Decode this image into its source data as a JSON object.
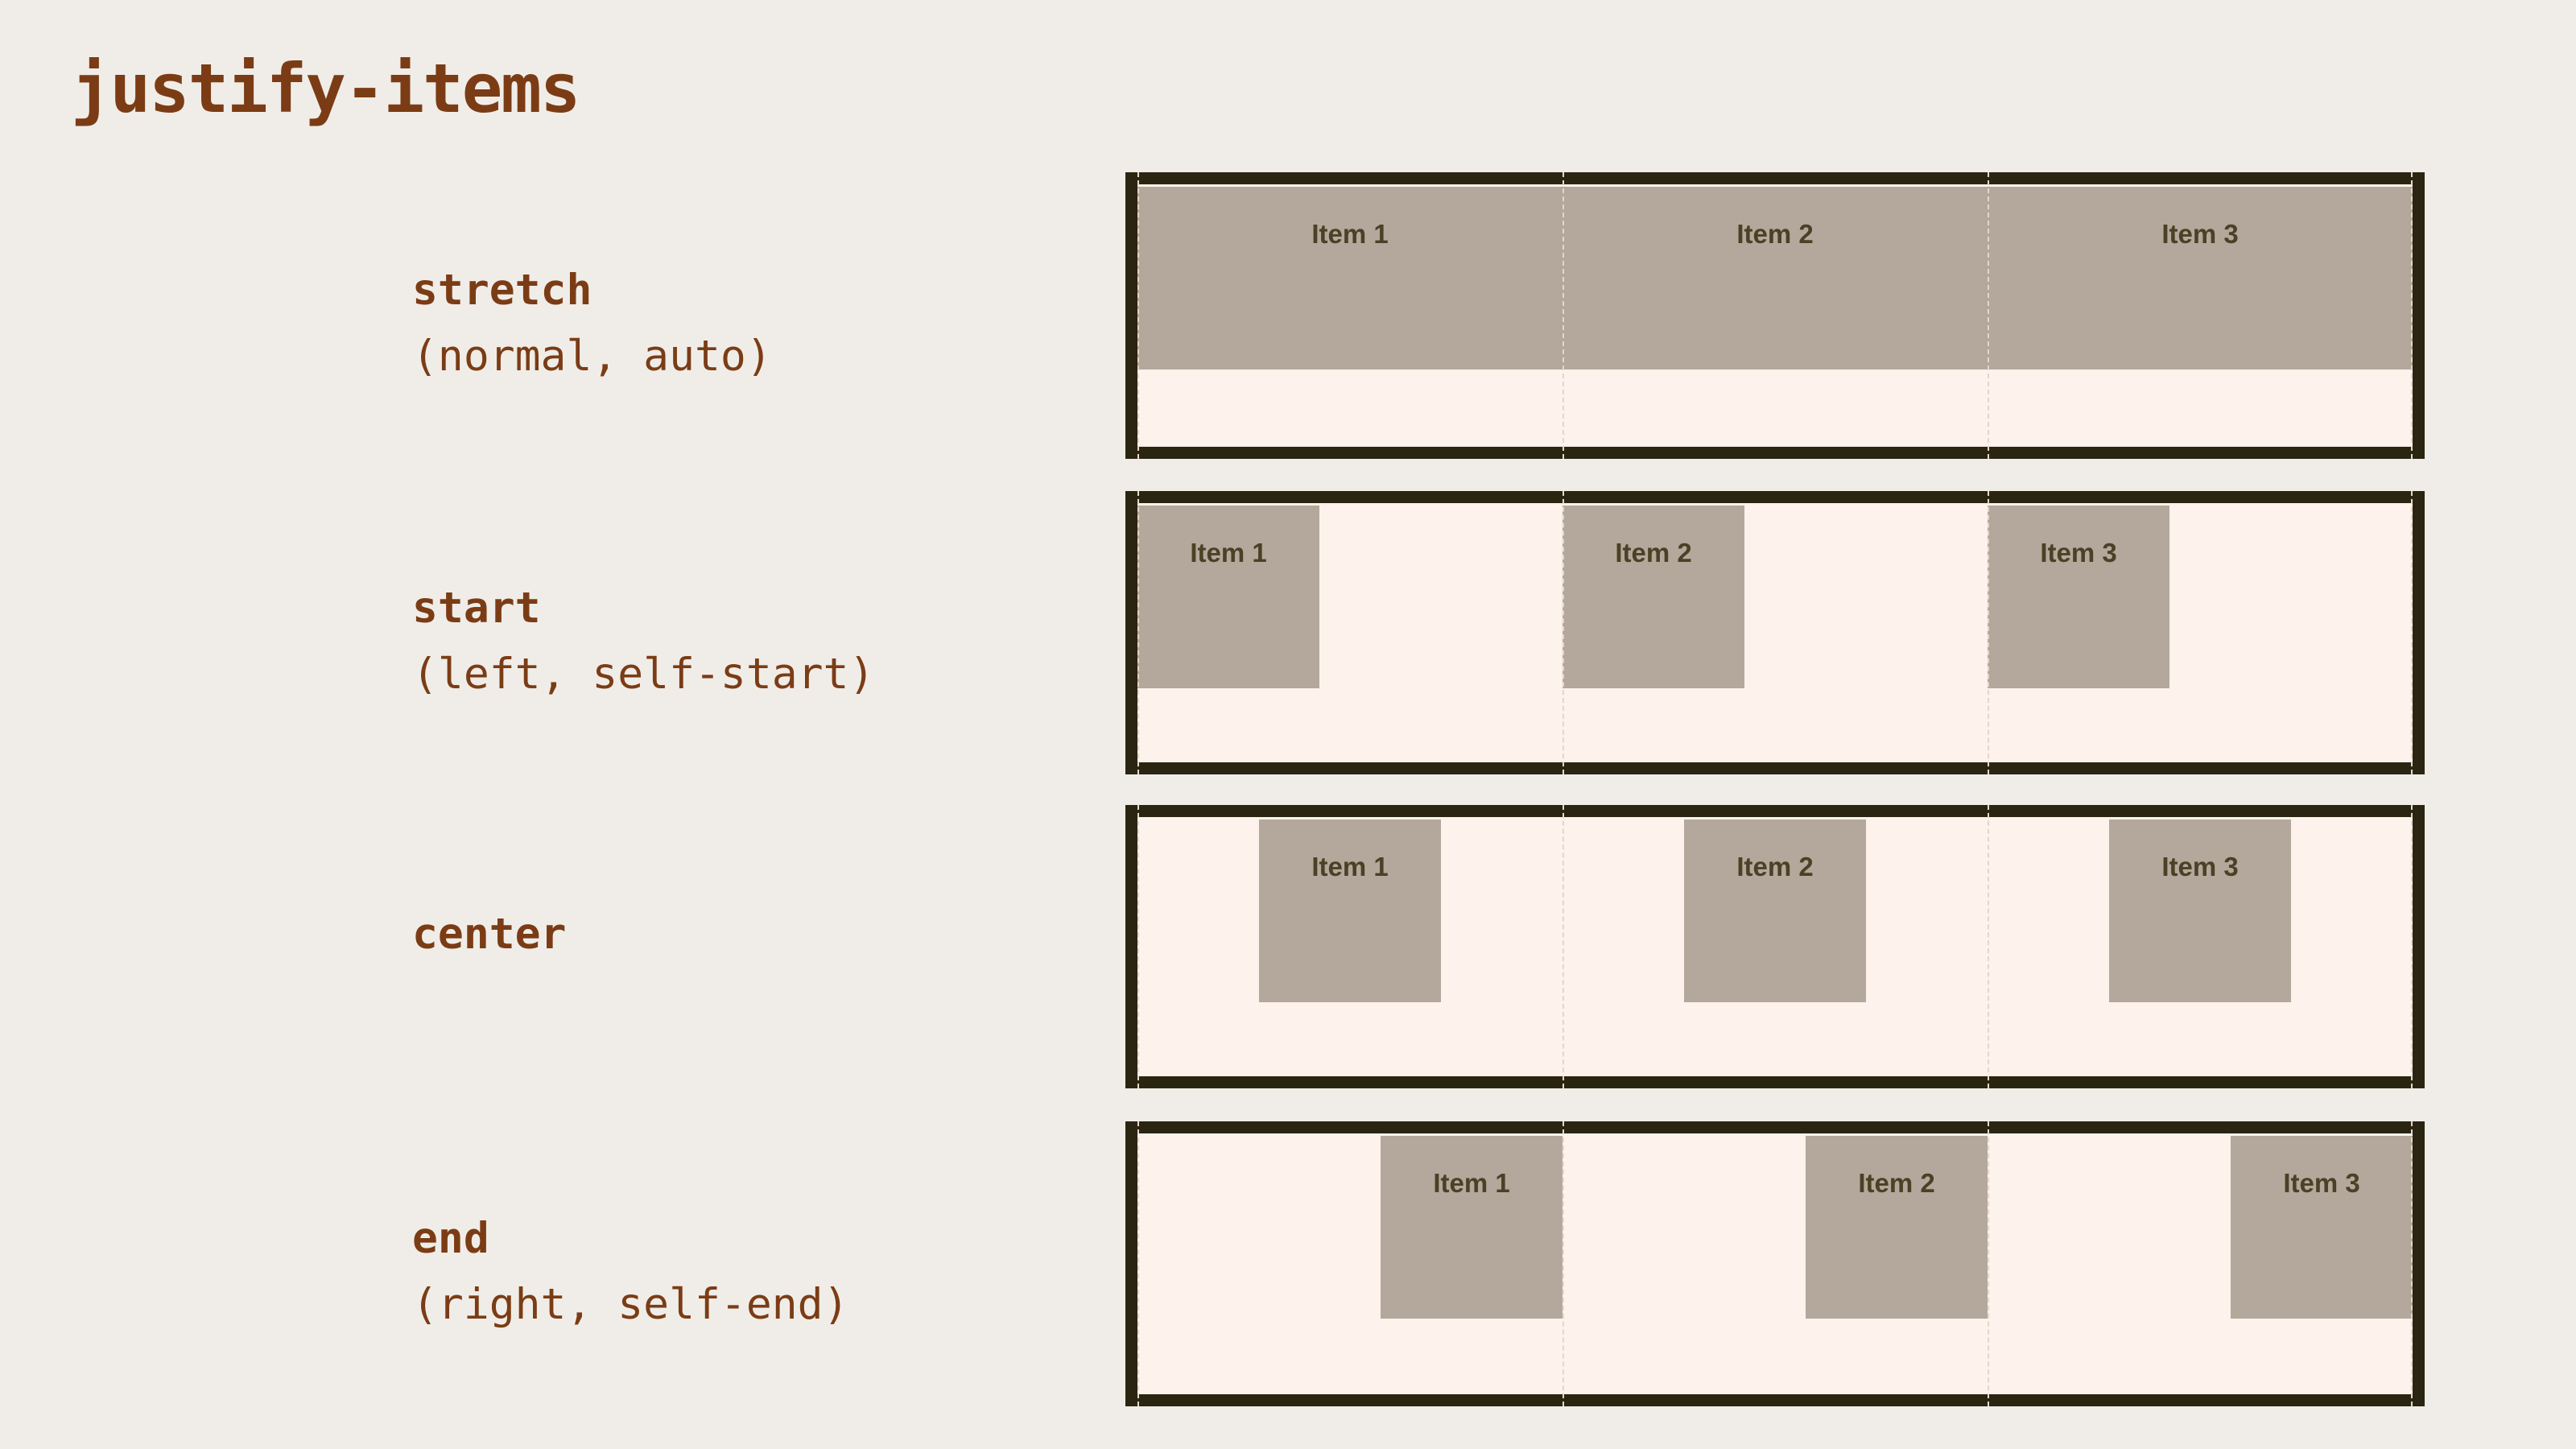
{
  "title": "justify-items",
  "rows": [
    {
      "keyword": "stretch",
      "aliases": "(normal, auto)",
      "justify": "stretch",
      "items": [
        "Item 1",
        "Item 2",
        "Item 3"
      ]
    },
    {
      "keyword": "start",
      "aliases": "(left, self-start)",
      "justify": "start",
      "items": [
        "Item 1",
        "Item 2",
        "Item 3"
      ]
    },
    {
      "keyword": "center",
      "aliases": "",
      "justify": "center",
      "items": [
        "Item 1",
        "Item 2",
        "Item 3"
      ]
    },
    {
      "keyword": "end",
      "aliases": "(right, self-end)",
      "justify": "end",
      "items": [
        "Item 1",
        "Item 2",
        "Item 3"
      ]
    }
  ],
  "colors": {
    "page_background": "#f0ede8",
    "heading_text": "#7b3c15",
    "container_border": "#2a2511",
    "container_background": "#fdf2ec",
    "item_fill": "#b3a89b",
    "item_text": "#4a4126",
    "grid_dash_line": "#e8d4c9"
  }
}
